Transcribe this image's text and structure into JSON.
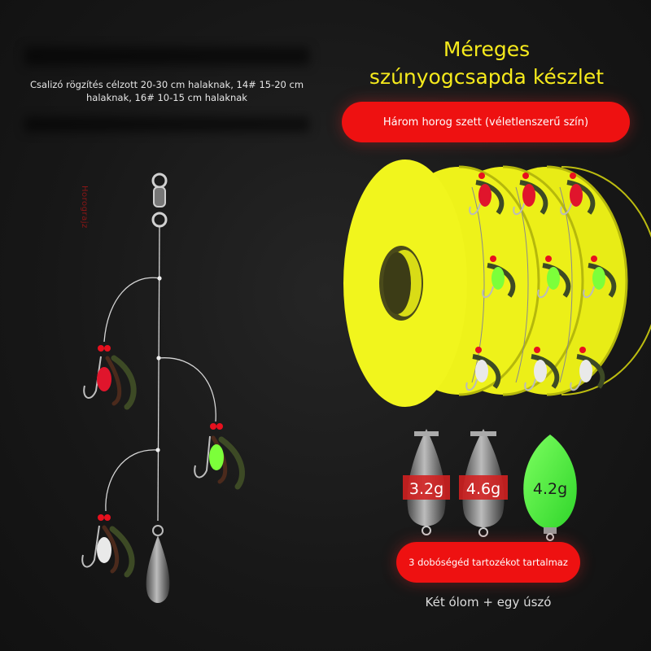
{
  "left": {
    "description": "Csalizó rögzítés célzott 20-30 cm halaknak, 14# 15-20 cm halaknak, 16# 10-15 cm halaknak",
    "vertical_label": "Horograjz"
  },
  "right": {
    "title_line1": "Méreges",
    "title_line2": "szúnyogcsapda készlet",
    "pill_top": "Három horog szett (véletlenszerű szín)",
    "weights": [
      "3.2g",
      "4.6g",
      "4.2g"
    ],
    "pill_bottom": "3 dobóségéd tartozékot tartalmaz",
    "caption": "Két ólom + egy úszó"
  },
  "colors": {
    "spool": "#eef21a",
    "pill": "#ee1111",
    "title": "#f6ea1c",
    "float": "#4dff3a"
  }
}
